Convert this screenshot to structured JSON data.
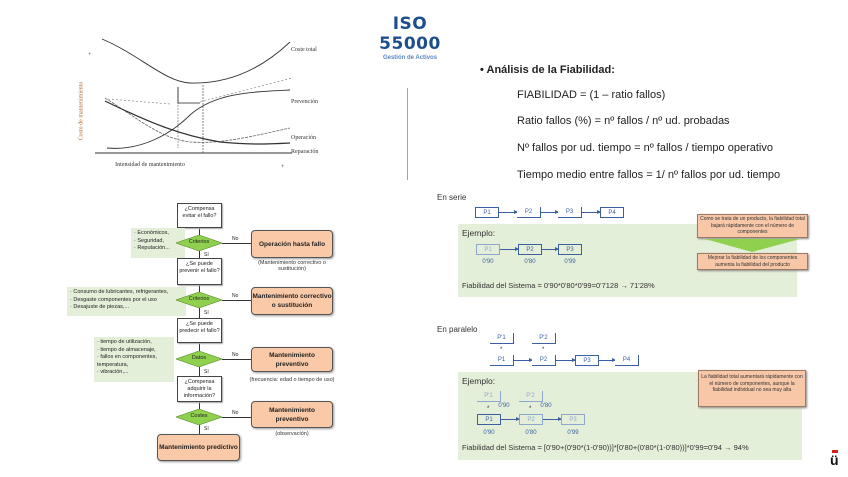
{
  "logo": {
    "brand": "ISO",
    "number": "55000",
    "subtitle": "Gestión de Activos"
  },
  "cost_chart": {
    "ylabel": "Costo de mantenimiento",
    "xlabel": "Intensidad de mantenimiento",
    "y_plus": "+",
    "x_plus": "+",
    "curves": [
      "Coste total",
      "Prevención",
      "Operación",
      "Reparación"
    ]
  },
  "flowchart": {
    "q1": "¿Compensa evitar el fallo?",
    "d1": "Criterios",
    "n1": [
      "· Económicos,",
      "· Seguridad,",
      "· Reputación..."
    ],
    "o1": "Operación hasta fallo",
    "c1": "(Mantenimiento correctivo o sustitución)",
    "q2": "¿Se puede prevenir el fallo?",
    "d2": "Criterios",
    "n2": [
      "· Consumo de lubricantes, refrigerantes,",
      "· Desgaste componentes por el uso",
      "· Desajuste de piezas,..."
    ],
    "o2": "Mantenimiento correctivo o sustitución",
    "q3": "¿Se puede predecir el fallo?",
    "d3": "Datos",
    "n3": [
      "· tiempo de utilización,",
      "· tiempo de almacenaje,",
      "· fallos en componentes,",
      "  temperatura,",
      "· vibración,..."
    ],
    "o3": "Mantenimiento preventivo",
    "c3": "(frecuencia: edad o tiempo de uso)",
    "q4": "¿Compensa adquirir la información?",
    "d4": "Costes",
    "o4": "Mantenimiento preventivo",
    "c4": "(observación)",
    "o5": "Mantenimiento predictivo",
    "no": "No",
    "si": "Sí"
  },
  "analysis": {
    "title": "Análisis de la Fiabilidad:",
    "formulas": [
      "FIABILIDAD = (1 – ratio fallos)",
      "Ratio fallos (%) = nº fallos / nº ud. probadas",
      "Nº fallos por ud. tiempo = nº fallos / tiempo operativo",
      "Tiempo medio entre fallos = 1/ nº fallos por ud. tiempo"
    ]
  },
  "serie": {
    "heading": "En serie",
    "parts": [
      "P1",
      "P2",
      "P3",
      "P4"
    ],
    "example_label": "Ejemplo:",
    "example_parts": [
      "P1",
      "P2",
      "P3"
    ],
    "example_values": [
      "0'90",
      "0'80",
      "0'99"
    ],
    "result": "Fiabilidad del Sistema = 0'90*0'80*0'99=0'7128  → 71'28%",
    "note_top": "Como se trata de un producto, la fiabilidad total bajará rápidamente con el número de componentes",
    "note_bottom": "Mejorar la fiabilidad de los componentes aumenta la fiabilidad del producto"
  },
  "paralelo": {
    "heading": "En paralelo",
    "top_parts": [
      "P'1",
      "P'2"
    ],
    "parts": [
      "P1",
      "P2",
      "P3",
      "P4"
    ],
    "star": "*",
    "example_label": "Ejemplo:",
    "example_top_parts": [
      "P'1",
      "P'2"
    ],
    "example_top_values": [
      "0'90",
      "0'80"
    ],
    "example_parts": [
      "P1",
      "P2",
      "P3"
    ],
    "example_values": [
      "0'90",
      "0'80",
      "0'99"
    ],
    "result": "Fiabilidad del Sistema = [0'90+(0'90*(1-0'90))]*[0'80+(0'80*(1-0'80))]*0'99=0'94  → 94%",
    "note": "La fiabilidad total aumentará rápidamente con el número de componentes, aunque la fiabilidad individual no sea muy alta"
  },
  "footer_logo": "ü"
}
